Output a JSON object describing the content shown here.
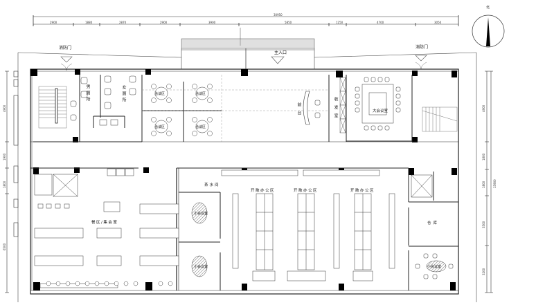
{
  "drawing": {
    "type": "office floor plan",
    "compass": {
      "label": "北",
      "direction": "north-up"
    },
    "entrances": {
      "main": "主入口",
      "fire_exit_left": "消防门",
      "fire_exit_right": "消防门"
    },
    "rooms": {
      "mens_toilet": "男厕所",
      "womens_toilet": "女厕所",
      "meeting_booth_1": "洽谈区",
      "meeting_booth_2": "洽谈区",
      "meeting_booth_3": "洽谈区",
      "meeting_booth_4": "洽谈区",
      "reception": "前台",
      "mail_room": "收发室",
      "large_meeting_room": "大会议室",
      "dining_area": "餐区/集会室",
      "tea_room": "茶水间",
      "small_meeting_room_1": "小会议室",
      "small_meeting_room_2": "小会议室",
      "open_office_1": "开敞办公区",
      "open_office_2": "开敞办公区",
      "open_office_3": "开敞办公区",
      "storage": "仓库",
      "small_meeting_room_3": "小会议室"
    },
    "dimensions": {
      "top_total": "30950",
      "top_segments": [
        "2900",
        "1880",
        "2870",
        "2900",
        "3900",
        "5850",
        "1250",
        "4700",
        "3050"
      ],
      "left_segments": [
        "4900",
        "1900",
        "1800",
        "6500"
      ],
      "right_segments": [
        "4900",
        "1800",
        "1800",
        "3500",
        "3200"
      ],
      "right_total": "15900"
    },
    "colors": {
      "line": "#222222",
      "column": "#000000",
      "hatch": "#888888",
      "background": "#ffffff"
    }
  }
}
